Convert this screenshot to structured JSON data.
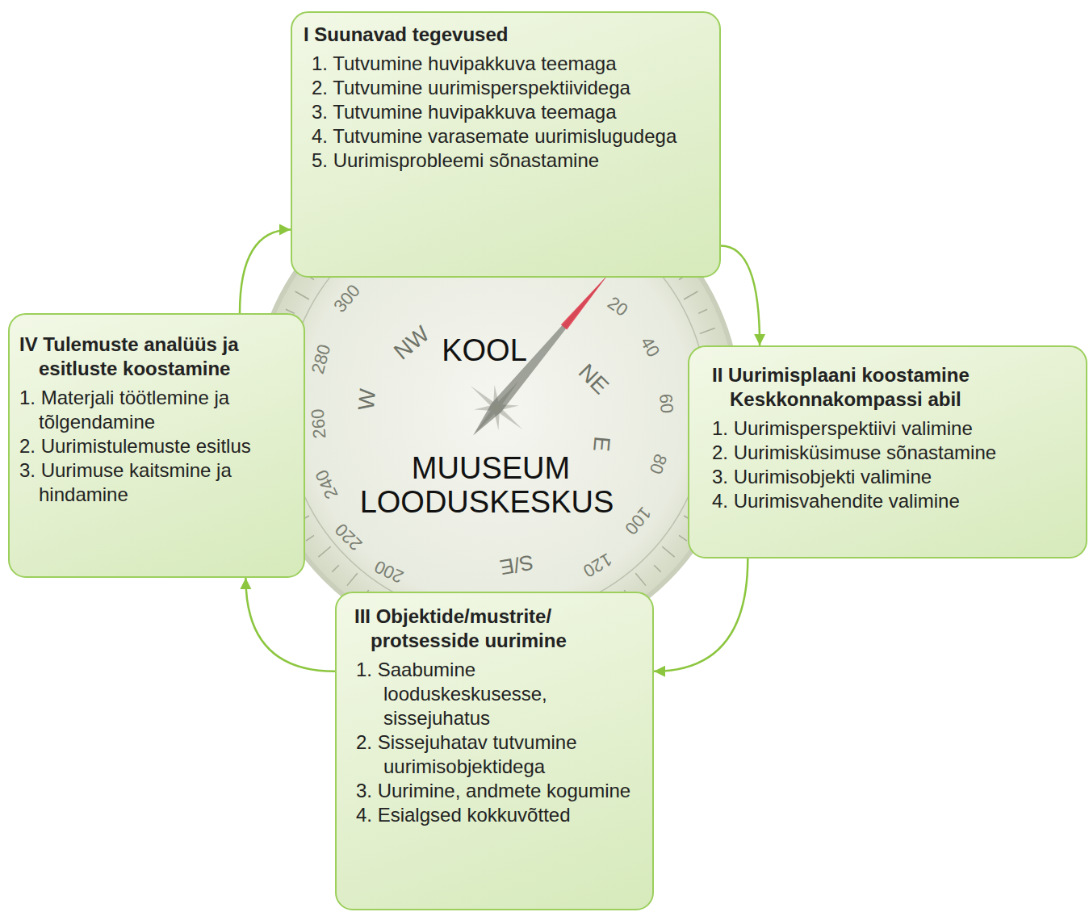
{
  "diagram": {
    "nodes": [
      {
        "text": [
          "I Suunavad tegevused",
          "1. Tutvumine huvipakkuva teemaga",
          "2. Tutvumine uurimisperspektiividega",
          "3. Tutvumine huvipakkuva teemaga",
          "4. Tutvumine varasemate uurimislugudega",
          "5. Uurimisprobleemi sõnastamine"
        ]
      },
      {
        "text": [
          "II Uurimisplaani koostamine Keskkonnakompassi abil",
          "1. Uurimisperspektiivi valimine",
          "2. Uurimisküsimuse sõnastamine",
          "3. Uurimisobjekti valimine",
          "4. Uurimisvahendite valimine"
        ]
      },
      {
        "text": [
          "III Objektide/mustrite/ protsesside uurimine",
          "1. Saabumine looduskeskusesse, sissejuhatus",
          "2. Sissejuhatav tutvumine uurimisobjektidega",
          "3. Uurimine, andmete kogumine",
          "4. Esialgsed kokkuvõtted"
        ]
      },
      {
        "text": [
          "IV Tulemuste analüüs ja esitluste koostamine",
          "1. Materjali töötlemine ja tõlgendamine",
          "2. Uurimistulemuste esitlus",
          "3. Uurimuse kaitsmine ja hindamine"
        ]
      }
    ],
    "edges": [
      {
        "from": 0,
        "to": 1,
        "arrow": "to"
      },
      {
        "from": 1,
        "to": 2,
        "arrow": "to"
      },
      {
        "from": 2,
        "to": 3,
        "arrow": "to"
      },
      {
        "from": 3,
        "to": 0,
        "arrow": "to"
      }
    ],
    "labels": [
      "KOOL",
      "MUUSEUM",
      "LOODUSKESKUS",
      "NW",
      "NE",
      "W",
      "E",
      "S/E",
      "300",
      "280",
      "260",
      "240",
      "220",
      "200",
      "20",
      "40",
      "60",
      "80",
      "100",
      "120"
    ]
  }
}
